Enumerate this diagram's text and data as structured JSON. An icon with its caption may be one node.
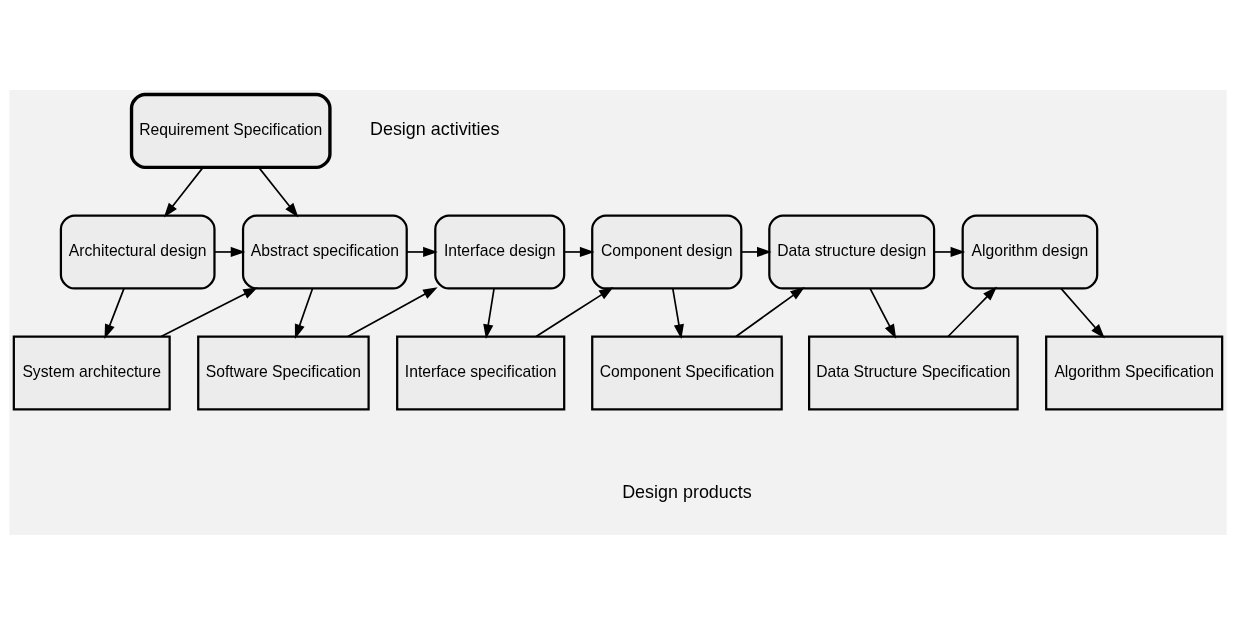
{
  "diagram": {
    "nodes": [
      {
        "text": [
          "Requirement Specification"
        ]
      },
      {
        "text": [
          "Architectural design"
        ]
      },
      {
        "text": [
          "Abstract specification"
        ]
      },
      {
        "text": [
          "Interface design"
        ]
      },
      {
        "text": [
          "Component design"
        ]
      },
      {
        "text": [
          "Data structure design"
        ]
      },
      {
        "text": [
          "Algorithm design"
        ]
      },
      {
        "text": [
          "System architecture"
        ]
      },
      {
        "text": [
          "Software Specification"
        ]
      },
      {
        "text": [
          "Interface specification"
        ]
      },
      {
        "text": [
          "Component Specification"
        ]
      },
      {
        "text": [
          "Data Structure Specification"
        ]
      },
      {
        "text": [
          "Algorithm Specification"
        ]
      }
    ],
    "edges": [
      {
        "from": 0,
        "to": 1,
        "arrow": "to"
      },
      {
        "from": 0,
        "to": 2,
        "arrow": "to"
      },
      {
        "from": 1,
        "to": 2,
        "arrow": "to"
      },
      {
        "from": 2,
        "to": 3,
        "arrow": "to"
      },
      {
        "from": 3,
        "to": 4,
        "arrow": "to"
      },
      {
        "from": 4,
        "to": 5,
        "arrow": "to"
      },
      {
        "from": 5,
        "to": 6,
        "arrow": "to"
      },
      {
        "from": 1,
        "to": 7,
        "arrow": "to"
      },
      {
        "from": 7,
        "to": 2,
        "arrow": "to"
      },
      {
        "from": 2,
        "to": 8,
        "arrow": "to"
      },
      {
        "from": 8,
        "to": 3,
        "arrow": "to"
      },
      {
        "from": 3,
        "to": 9,
        "arrow": "to"
      },
      {
        "from": 9,
        "to": 4,
        "arrow": "to"
      },
      {
        "from": 4,
        "to": 10,
        "arrow": "to"
      },
      {
        "from": 10,
        "to": 5,
        "arrow": "to"
      },
      {
        "from": 5,
        "to": 11,
        "arrow": "to"
      },
      {
        "from": 11,
        "to": 6,
        "arrow": "to"
      },
      {
        "from": 6,
        "to": 12,
        "arrow": "to"
      }
    ],
    "labels": [
      "Design activities",
      "Design products"
    ]
  }
}
